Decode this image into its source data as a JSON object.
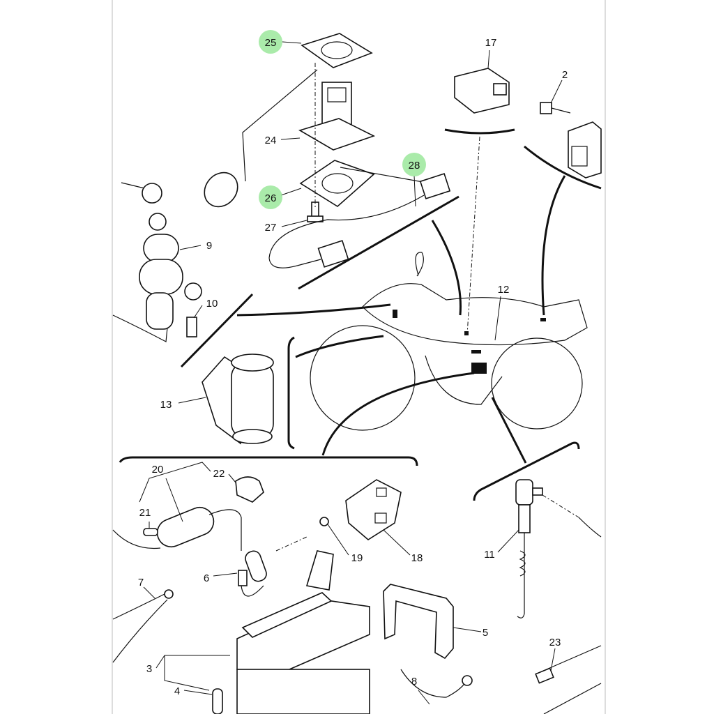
{
  "diagram": {
    "labels": [
      {
        "id": "p25",
        "text": "25",
        "highlighted": true
      },
      {
        "id": "p24",
        "text": "24"
      },
      {
        "id": "p26",
        "text": "26",
        "highlighted": true
      },
      {
        "id": "p27",
        "text": "27"
      },
      {
        "id": "p28",
        "text": "28",
        "highlighted": true
      },
      {
        "id": "p17",
        "text": "17"
      },
      {
        "id": "p2",
        "text": "2"
      },
      {
        "id": "p9",
        "text": "9"
      },
      {
        "id": "p10",
        "text": "10"
      },
      {
        "id": "p12",
        "text": "12"
      },
      {
        "id": "p13",
        "text": "13"
      },
      {
        "id": "p20",
        "text": "20"
      },
      {
        "id": "p22",
        "text": "22"
      },
      {
        "id": "p21",
        "text": "21"
      },
      {
        "id": "p19",
        "text": "19"
      },
      {
        "id": "p18",
        "text": "18"
      },
      {
        "id": "p6",
        "text": "6"
      },
      {
        "id": "p7",
        "text": "7"
      },
      {
        "id": "p11",
        "text": "11"
      },
      {
        "id": "p5",
        "text": "5"
      },
      {
        "id": "p3",
        "text": "3"
      },
      {
        "id": "p4",
        "text": "4"
      },
      {
        "id": "p8",
        "text": "8"
      },
      {
        "id": "p23",
        "text": "23"
      }
    ],
    "colors": {
      "highlight": "#9be89b",
      "ink": "#111111",
      "background": "#ffffff"
    }
  }
}
